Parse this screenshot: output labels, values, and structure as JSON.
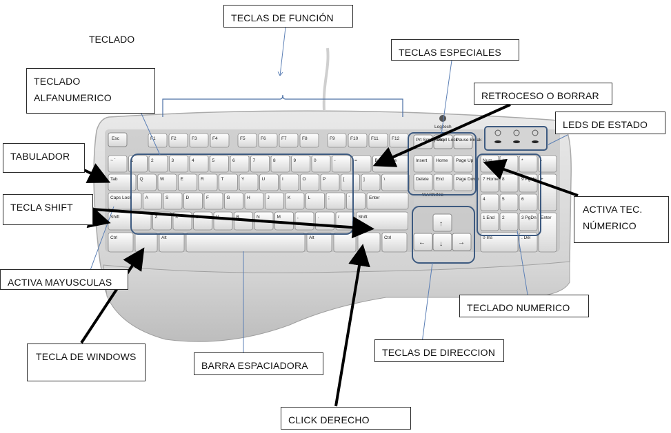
{
  "title": "TECLADO",
  "labels": {
    "funcion": "TECLAS DE FUNCIÓN",
    "especiales": "TECLAS ESPECIALES",
    "alfanumerico": "TECLADO ALFANUMERICO",
    "retroceso": "RETROCESO O BORRAR",
    "leds": "LEDS DE ESTADO",
    "tabulador": "TABULADOR",
    "shift": "TECLA SHIFT",
    "activa_tec": "ACTIVA TEC. NÚMERICO",
    "activa_mayus": "ACTIVA MAYUSCULAS",
    "numerico": "TECLADO NUMERICO",
    "windows": "TECLA DE WINDOWS",
    "barra": "BARRA ESPACIADORA",
    "direccion": "TECLAS DE DIRECCION",
    "click": "CLICK DERECHO"
  },
  "keyboard": {
    "brand": "Logitech",
    "esc": "Esc",
    "function_keys": [
      "F1",
      "F2",
      "F3",
      "F4",
      "F5",
      "F6",
      "F7",
      "F8",
      "F9",
      "F10",
      "F11",
      "F12"
    ],
    "special_keys": [
      "Prt Scr SysRq",
      "Scroll Lock",
      "Pause Break"
    ],
    "number_row": [
      "~ `",
      "1",
      "2",
      "3",
      "4",
      "5",
      "6",
      "7",
      "8",
      "9",
      "0",
      "-",
      "=",
      "Backspace"
    ],
    "qwerty_row": [
      "Tab",
      "Q",
      "W",
      "E",
      "R",
      "T",
      "Y",
      "U",
      "I",
      "O",
      "P",
      "[",
      "]",
      "\\"
    ],
    "home_row": [
      "Caps Lock",
      "A",
      "S",
      "D",
      "F",
      "G",
      "H",
      "J",
      "K",
      "L",
      ";",
      "'",
      "Enter"
    ],
    "shift_row": [
      "Shift",
      "Z",
      "X",
      "C",
      "V",
      "B",
      "N",
      "M",
      ",",
      ".",
      "/",
      "Shift"
    ],
    "bottom_row": [
      "Ctrl",
      "Alt",
      "Alt",
      "Ctrl"
    ],
    "nav_keys": [
      "Insert",
      "Home",
      "Page Up",
      "Delete",
      "End",
      "Page Down"
    ],
    "numpad": [
      "Num",
      "/",
      "*",
      "-",
      "7 Home",
      "8",
      "9 PgUp",
      "+",
      "4",
      "5",
      "6",
      "1 End",
      "2",
      "3 PgDn",
      "Enter",
      "0 Ins",
      ". Del"
    ],
    "warning": "WARNING"
  }
}
